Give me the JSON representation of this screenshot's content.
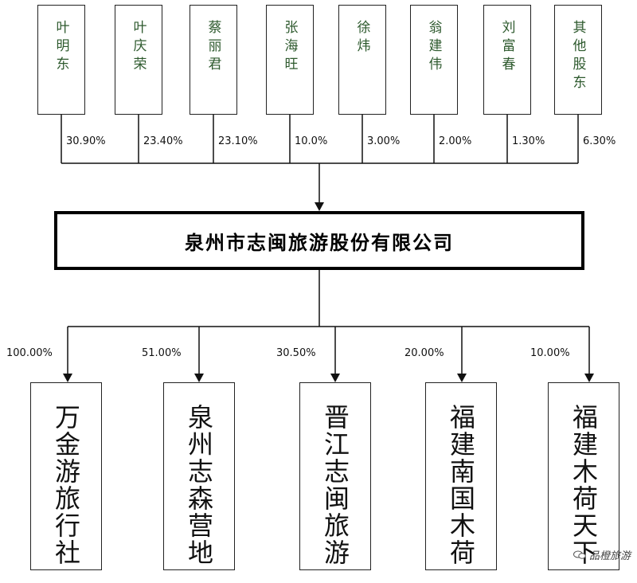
{
  "shareholders": [
    {
      "name": "叶明东",
      "percent": "30.90%"
    },
    {
      "name": "叶庆荣",
      "percent": "23.40%"
    },
    {
      "name": "蔡丽君",
      "percent": "23.10%"
    },
    {
      "name": "张海旺",
      "percent": "10.0%"
    },
    {
      "name": "徐炜",
      "percent": "3.00%"
    },
    {
      "name": "翁建伟",
      "percent": "2.00%"
    },
    {
      "name": "刘富春",
      "percent": "1.30%"
    },
    {
      "name": "其他股东",
      "percent": "6.30%"
    }
  ],
  "company": {
    "name": "泉州市志闽旅游股份有限公司"
  },
  "subsidiaries": [
    {
      "name": "万金游旅行社",
      "percent": "100.00%"
    },
    {
      "name": "泉州志森营地",
      "percent": "51.00%"
    },
    {
      "name": "晋江志闽旅游",
      "percent": "30.50%"
    },
    {
      "name": "福建南国木荷",
      "percent": "20.00%"
    },
    {
      "name": "福建木荷天下",
      "percent": "10.00%"
    }
  ],
  "watermark": {
    "text": "品橙旅游",
    "icon": "speech-bubble-icon"
  }
}
